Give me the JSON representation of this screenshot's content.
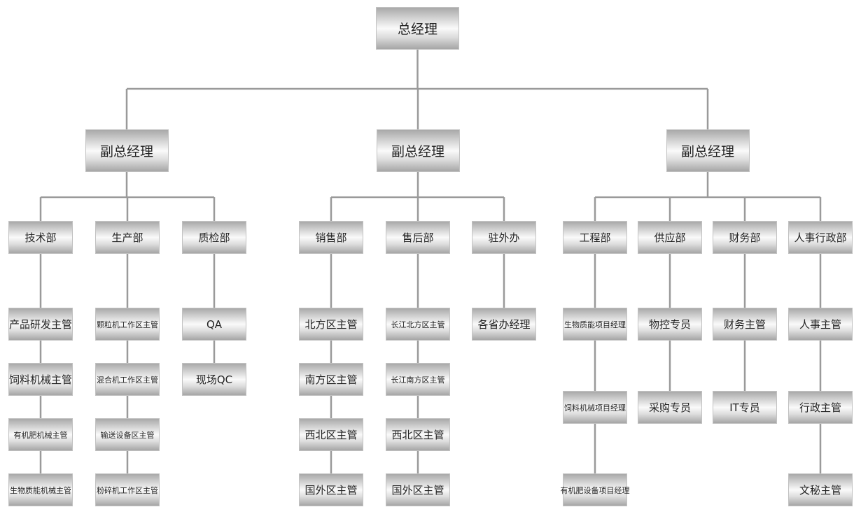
{
  "org": {
    "root": {
      "label": "总经理"
    },
    "vps": [
      {
        "label": "副总经理",
        "departments": [
          {
            "label": "技术部",
            "children": [
              "产品研发主管",
              "饲料机械主管",
              "有机肥机械主管",
              "生物质能机械主管"
            ]
          },
          {
            "label": "生产部",
            "children": [
              "颗粒机工作区主管",
              "混合机工作区主管",
              "输送设备区主管",
              "粉碎机工作区主管"
            ]
          },
          {
            "label": "质检部",
            "children": [
              "QA",
              "现场QC"
            ]
          }
        ]
      },
      {
        "label": "副总经理",
        "departments": [
          {
            "label": "销售部",
            "children": [
              "北方区主管",
              "南方区主管",
              "西北区主管",
              "国外区主管"
            ]
          },
          {
            "label": "售后部",
            "children": [
              "长江北方区主管",
              "长江南方区主管",
              "西北区主管",
              "国外区主管"
            ]
          },
          {
            "label": "驻外办",
            "children": [
              "各省办经理"
            ]
          }
        ]
      },
      {
        "label": "副总经理",
        "departments": [
          {
            "label": "工程部",
            "children": [
              "生物质能项目经理",
              "饲料机械项目经理",
              "有机肥设备项目经理"
            ]
          },
          {
            "label": "供应部",
            "children": [
              "物控专员",
              "采购专员"
            ]
          },
          {
            "label": "财务部",
            "children": [
              "财务主管",
              "IT专员"
            ]
          },
          {
            "label": "人事行政部",
            "children": [
              "人事主管",
              "行政主管",
              "文秘主管"
            ]
          }
        ]
      }
    ]
  },
  "colors": {
    "line": "#9a9a9a",
    "text": "#222222"
  }
}
